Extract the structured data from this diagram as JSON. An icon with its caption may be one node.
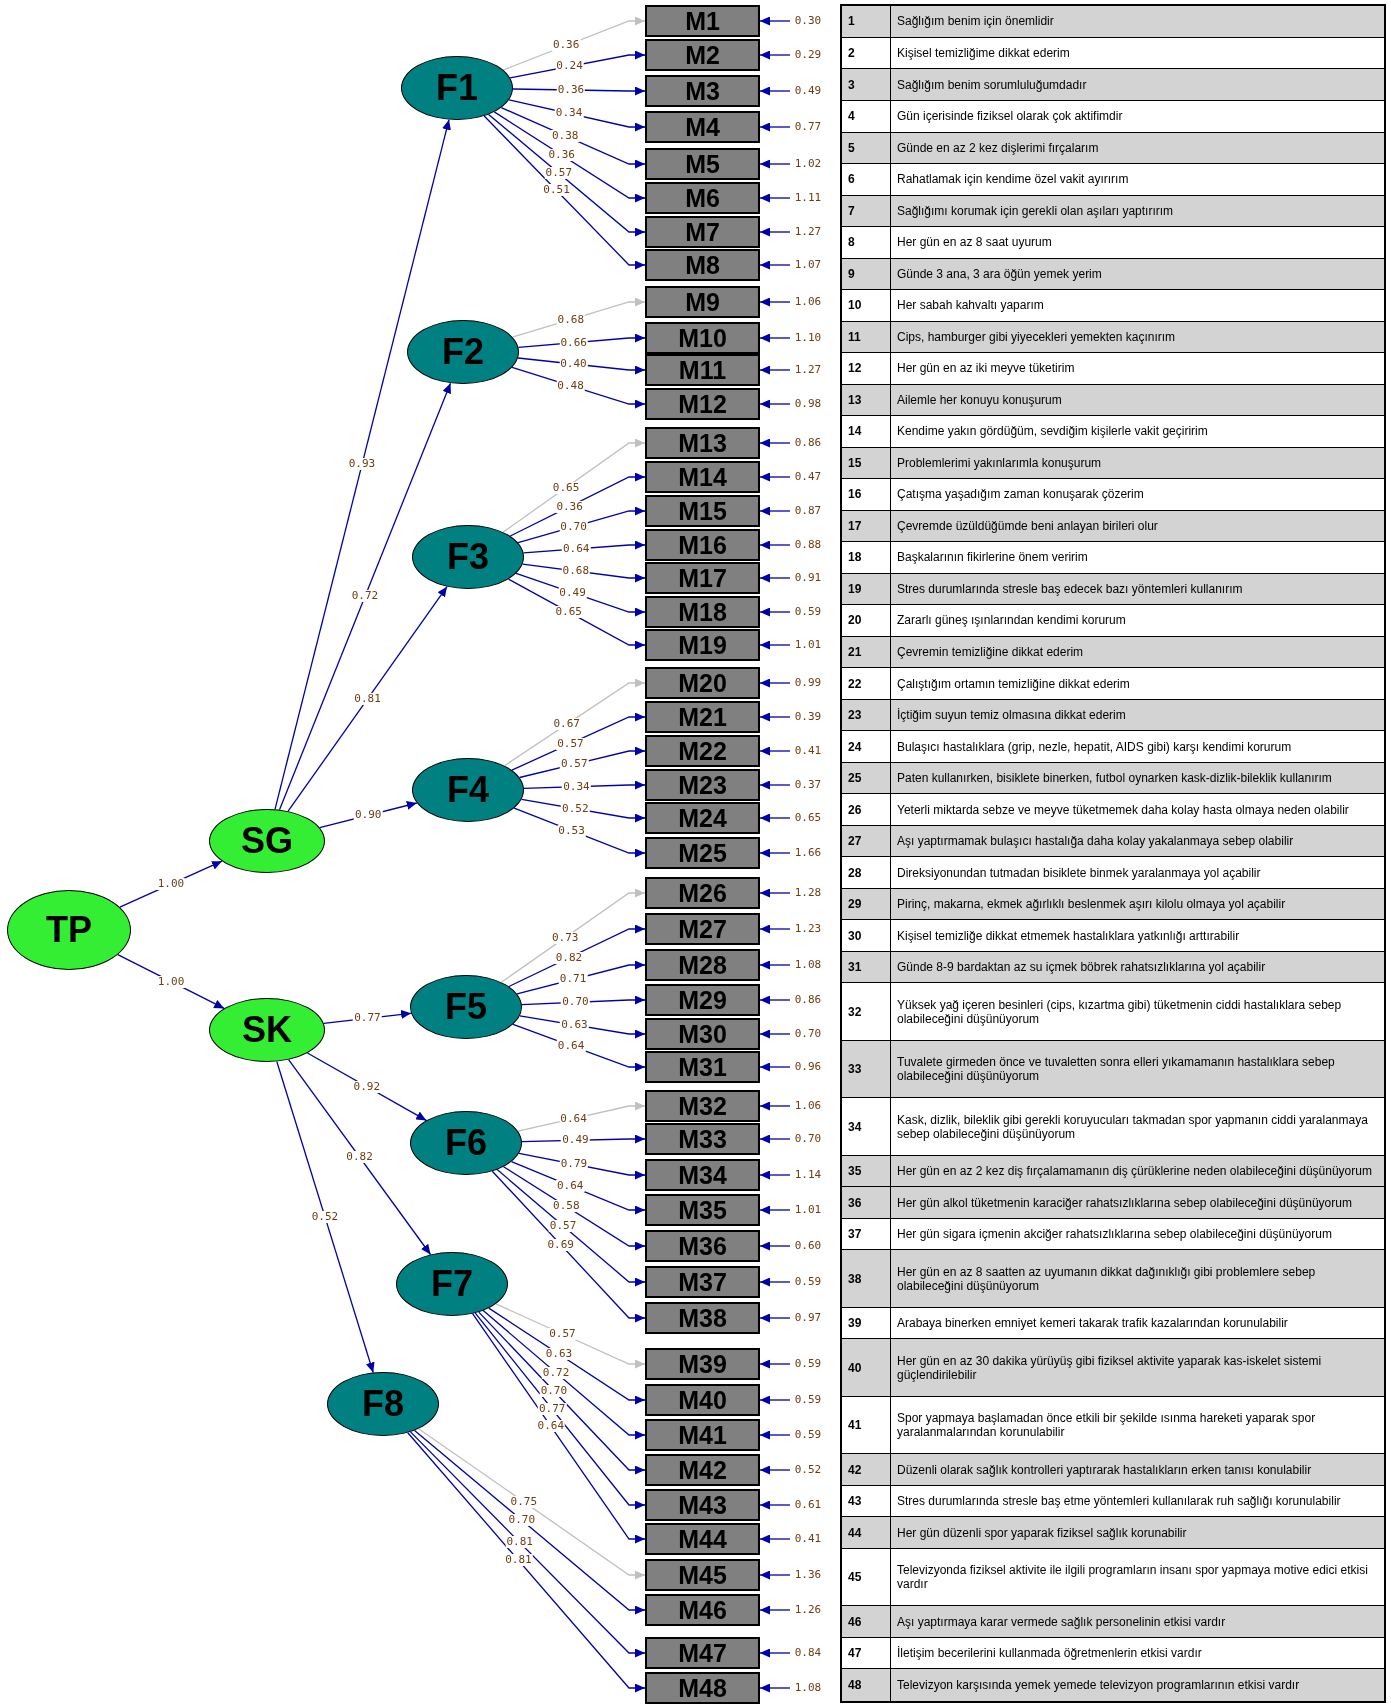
{
  "diagram": {
    "nodes": [
      {
        "text": [
          "TP"
        ]
      },
      {
        "text": [
          "SG"
        ]
      },
      {
        "text": [
          "SK"
        ]
      },
      {
        "text": [
          "F1"
        ]
      },
      {
        "text": [
          "F2"
        ]
      },
      {
        "text": [
          "F3"
        ]
      },
      {
        "text": [
          "F4"
        ]
      },
      {
        "text": [
          "F5"
        ]
      },
      {
        "text": [
          "F6"
        ]
      },
      {
        "text": [
          "F7"
        ]
      },
      {
        "text": [
          "F8"
        ]
      },
      {
        "text": [
          "M1"
        ]
      },
      {
        "text": [
          "M2"
        ]
      },
      {
        "text": [
          "M3"
        ]
      },
      {
        "text": [
          "M4"
        ]
      },
      {
        "text": [
          "M5"
        ]
      },
      {
        "text": [
          "M6"
        ]
      },
      {
        "text": [
          "M7"
        ]
      },
      {
        "text": [
          "M8"
        ]
      },
      {
        "text": [
          "M9"
        ]
      },
      {
        "text": [
          "M10"
        ]
      },
      {
        "text": [
          "M11"
        ]
      },
      {
        "text": [
          "M12"
        ]
      },
      {
        "text": [
          "M13"
        ]
      },
      {
        "text": [
          "M14"
        ]
      },
      {
        "text": [
          "M15"
        ]
      },
      {
        "text": [
          "M16"
        ]
      },
      {
        "text": [
          "M17"
        ]
      },
      {
        "text": [
          "M18"
        ]
      },
      {
        "text": [
          "M19"
        ]
      },
      {
        "text": [
          "M20"
        ]
      },
      {
        "text": [
          "M21"
        ]
      },
      {
        "text": [
          "M22"
        ]
      },
      {
        "text": [
          "M23"
        ]
      },
      {
        "text": [
          "M24"
        ]
      },
      {
        "text": [
          "M25"
        ]
      },
      {
        "text": [
          "M26"
        ]
      },
      {
        "text": [
          "M27"
        ]
      },
      {
        "text": [
          "M28"
        ]
      },
      {
        "text": [
          "M29"
        ]
      },
      {
        "text": [
          "M30"
        ]
      },
      {
        "text": [
          "M31"
        ]
      },
      {
        "text": [
          "M32"
        ]
      },
      {
        "text": [
          "M33"
        ]
      },
      {
        "text": [
          "M34"
        ]
      },
      {
        "text": [
          "M35"
        ]
      },
      {
        "text": [
          "M36"
        ]
      },
      {
        "text": [
          "M37"
        ]
      },
      {
        "text": [
          "M38"
        ]
      },
      {
        "text": [
          "M39"
        ]
      },
      {
        "text": [
          "M40"
        ]
      },
      {
        "text": [
          "M41"
        ]
      },
      {
        "text": [
          "M42"
        ]
      },
      {
        "text": [
          "M43"
        ]
      },
      {
        "text": [
          "M44"
        ]
      },
      {
        "text": [
          "M45"
        ]
      },
      {
        "text": [
          "M46"
        ]
      },
      {
        "text": [
          "M47"
        ]
      },
      {
        "text": [
          "M48"
        ]
      }
    ],
    "edges": [
      {
        "from": 0,
        "to": 1,
        "arrow": "to",
        "label": "1.00"
      },
      {
        "from": 0,
        "to": 2,
        "arrow": "to",
        "label": "1.00"
      },
      {
        "from": 1,
        "to": 3,
        "arrow": "to",
        "label": "0.93"
      },
      {
        "from": 1,
        "to": 4,
        "arrow": "to",
        "label": "0.72"
      },
      {
        "from": 1,
        "to": 5,
        "arrow": "to",
        "label": "0.81"
      },
      {
        "from": 1,
        "to": 6,
        "arrow": "to",
        "label": "0.90"
      },
      {
        "from": 2,
        "to": 7,
        "arrow": "to",
        "label": "0.77"
      },
      {
        "from": 2,
        "to": 8,
        "arrow": "to",
        "label": "0.92"
      },
      {
        "from": 2,
        "to": 9,
        "arrow": "to",
        "label": "0.82"
      },
      {
        "from": 2,
        "to": 10,
        "arrow": "to",
        "label": "0.52"
      },
      {
        "from": 3,
        "to": 11,
        "arrow": "to",
        "label": "0.36",
        "color": "#c0c0c0"
      },
      {
        "from": 3,
        "to": 12,
        "arrow": "to",
        "label": "0.24"
      },
      {
        "from": 3,
        "to": 13,
        "arrow": "to",
        "label": "0.36"
      },
      {
        "from": 3,
        "to": 14,
        "arrow": "to",
        "label": "0.34"
      },
      {
        "from": 3,
        "to": 15,
        "arrow": "to",
        "label": "0.38"
      },
      {
        "from": 3,
        "to": 16,
        "arrow": "to",
        "label": "0.36"
      },
      {
        "from": 3,
        "to": 17,
        "arrow": "to",
        "label": "0.57"
      },
      {
        "from": 3,
        "to": 18,
        "arrow": "to",
        "label": "0.51"
      },
      {
        "from": 4,
        "to": 19,
        "arrow": "to",
        "label": "0.68",
        "color": "#c0c0c0"
      },
      {
        "from": 4,
        "to": 20,
        "arrow": "to",
        "label": "0.66"
      },
      {
        "from": 4,
        "to": 21,
        "arrow": "to",
        "label": "0.40"
      },
      {
        "from": 4,
        "to": 22,
        "arrow": "to",
        "label": "0.48"
      },
      {
        "from": 5,
        "to": 23,
        "arrow": "to",
        "label": "0.65",
        "color": "#c0c0c0"
      },
      {
        "from": 5,
        "to": 24,
        "arrow": "to",
        "label": "0.36"
      },
      {
        "from": 5,
        "to": 25,
        "arrow": "to",
        "label": "0.70"
      },
      {
        "from": 5,
        "to": 26,
        "arrow": "to",
        "label": "0.64"
      },
      {
        "from": 5,
        "to": 27,
        "arrow": "to",
        "label": "0.68"
      },
      {
        "from": 5,
        "to": 28,
        "arrow": "to",
        "label": "0.49"
      },
      {
        "from": 5,
        "to": 29,
        "arrow": "to",
        "label": "0.65"
      },
      {
        "from": 6,
        "to": 30,
        "arrow": "to",
        "label": "0.67",
        "color": "#c0c0c0"
      },
      {
        "from": 6,
        "to": 31,
        "arrow": "to",
        "label": "0.57"
      },
      {
        "from": 6,
        "to": 32,
        "arrow": "to",
        "label": "0.57"
      },
      {
        "from": 6,
        "to": 33,
        "arrow": "to",
        "label": "0.34"
      },
      {
        "from": 6,
        "to": 34,
        "arrow": "to",
        "label": "0.52"
      },
      {
        "from": 6,
        "to": 35,
        "arrow": "to",
        "label": "0.53"
      },
      {
        "from": 7,
        "to": 36,
        "arrow": "to",
        "label": "0.73",
        "color": "#c0c0c0"
      },
      {
        "from": 7,
        "to": 37,
        "arrow": "to",
        "label": "0.82"
      },
      {
        "from": 7,
        "to": 38,
        "arrow": "to",
        "label": "0.71"
      },
      {
        "from": 7,
        "to": 39,
        "arrow": "to",
        "label": "0.70"
      },
      {
        "from": 7,
        "to": 40,
        "arrow": "to",
        "label": "0.63"
      },
      {
        "from": 7,
        "to": 41,
        "arrow": "to",
        "label": "0.64"
      },
      {
        "from": 8,
        "to": 42,
        "arrow": "to",
        "label": "0.64",
        "color": "#c0c0c0"
      },
      {
        "from": 8,
        "to": 43,
        "arrow": "to",
        "label": "0.49"
      },
      {
        "from": 8,
        "to": 44,
        "arrow": "to",
        "label": "0.79"
      },
      {
        "from": 8,
        "to": 45,
        "arrow": "to",
        "label": "0.64"
      },
      {
        "from": 8,
        "to": 46,
        "arrow": "to",
        "label": "0.58"
      },
      {
        "from": 8,
        "to": 47,
        "arrow": "to",
        "label": "0.57"
      },
      {
        "from": 8,
        "to": 48,
        "arrow": "to",
        "label": "0.69"
      },
      {
        "from": 9,
        "to": 49,
        "arrow": "to",
        "label": "0.57",
        "color": "#c0c0c0"
      },
      {
        "from": 9,
        "to": 50,
        "arrow": "to",
        "label": "0.63"
      },
      {
        "from": 9,
        "to": 51,
        "arrow": "to",
        "label": "0.72"
      },
      {
        "from": 9,
        "to": 52,
        "arrow": "to",
        "label": "0.70"
      },
      {
        "from": 9,
        "to": 53,
        "arrow": "to",
        "label": "0.77"
      },
      {
        "from": 9,
        "to": 54,
        "arrow": "to",
        "label": "0.64"
      },
      {
        "from": 10,
        "to": 55,
        "arrow": "to",
        "label": "0.75",
        "color": "#c0c0c0"
      },
      {
        "from": 10,
        "to": 56,
        "arrow": "to",
        "label": "0.70"
      },
      {
        "from": 10,
        "to": 57,
        "arrow": "to",
        "label": "0.81"
      },
      {
        "from": 10,
        "to": 58,
        "arrow": "to",
        "label": "0.81"
      },
      {
        "from": null,
        "to": 11,
        "arrow": "to",
        "label": "0.30"
      },
      {
        "from": null,
        "to": 12,
        "arrow": "to",
        "label": "0.29"
      },
      {
        "from": null,
        "to": 13,
        "arrow": "to",
        "label": "0.49"
      },
      {
        "from": null,
        "to": 14,
        "arrow": "to",
        "label": "0.77"
      },
      {
        "from": null,
        "to": 15,
        "arrow": "to",
        "label": "1.02"
      },
      {
        "from": null,
        "to": 16,
        "arrow": "to",
        "label": "1.11"
      },
      {
        "from": null,
        "to": 17,
        "arrow": "to",
        "label": "1.27"
      },
      {
        "from": null,
        "to": 18,
        "arrow": "to",
        "label": "1.07"
      },
      {
        "from": null,
        "to": 19,
        "arrow": "to",
        "label": "1.06"
      },
      {
        "from": null,
        "to": 20,
        "arrow": "to",
        "label": "1.10"
      },
      {
        "from": null,
        "to": 21,
        "arrow": "to",
        "label": "1.27"
      },
      {
        "from": null,
        "to": 22,
        "arrow": "to",
        "label": "0.98"
      },
      {
        "from": null,
        "to": 23,
        "arrow": "to",
        "label": "0.86"
      },
      {
        "from": null,
        "to": 24,
        "arrow": "to",
        "label": "0.47"
      },
      {
        "from": null,
        "to": 25,
        "arrow": "to",
        "label": "0.87"
      },
      {
        "from": null,
        "to": 26,
        "arrow": "to",
        "label": "0.88"
      },
      {
        "from": null,
        "to": 27,
        "arrow": "to",
        "label": "0.91"
      },
      {
        "from": null,
        "to": 28,
        "arrow": "to",
        "label": "0.59"
      },
      {
        "from": null,
        "to": 29,
        "arrow": "to",
        "label": "1.01"
      },
      {
        "from": null,
        "to": 30,
        "arrow": "to",
        "label": "0.99"
      },
      {
        "from": null,
        "to": 31,
        "arrow": "to",
        "label": "0.39"
      },
      {
        "from": null,
        "to": 32,
        "arrow": "to",
        "label": "0.41"
      },
      {
        "from": null,
        "to": 33,
        "arrow": "to",
        "label": "0.37"
      },
      {
        "from": null,
        "to": 34,
        "arrow": "to",
        "label": "0.65"
      },
      {
        "from": null,
        "to": 35,
        "arrow": "to",
        "label": "1.66"
      },
      {
        "from": null,
        "to": 36,
        "arrow": "to",
        "label": "1.28"
      },
      {
        "from": null,
        "to": 37,
        "arrow": "to",
        "label": "1.23"
      },
      {
        "from": null,
        "to": 38,
        "arrow": "to",
        "label": "1.08"
      },
      {
        "from": null,
        "to": 39,
        "arrow": "to",
        "label": "0.86"
      },
      {
        "from": null,
        "to": 40,
        "arrow": "to",
        "label": "0.70"
      },
      {
        "from": null,
        "to": 41,
        "arrow": "to",
        "label": "0.96"
      },
      {
        "from": null,
        "to": 42,
        "arrow": "to",
        "label": "1.06"
      },
      {
        "from": null,
        "to": 43,
        "arrow": "to",
        "label": "0.70"
      },
      {
        "from": null,
        "to": 44,
        "arrow": "to",
        "label": "1.14"
      },
      {
        "from": null,
        "to": 45,
        "arrow": "to",
        "label": "1.01"
      },
      {
        "from": null,
        "to": 46,
        "arrow": "to",
        "label": "0.60"
      },
      {
        "from": null,
        "to": 47,
        "arrow": "to",
        "label": "0.59"
      },
      {
        "from": null,
        "to": 48,
        "arrow": "to",
        "label": "0.97"
      },
      {
        "from": null,
        "to": 49,
        "arrow": "to",
        "label": "0.59"
      },
      {
        "from": null,
        "to": 50,
        "arrow": "to",
        "label": "0.59"
      },
      {
        "from": null,
        "to": 51,
        "arrow": "to",
        "label": "0.59"
      },
      {
        "from": null,
        "to": 52,
        "arrow": "to",
        "label": "0.52"
      },
      {
        "from": null,
        "to": 53,
        "arrow": "to",
        "label": "0.61"
      },
      {
        "from": null,
        "to": 54,
        "arrow": "to",
        "label": "0.41"
      },
      {
        "from": null,
        "to": 55,
        "arrow": "to",
        "label": "1.36"
      },
      {
        "from": null,
        "to": 56,
        "arrow": "to",
        "label": "1.26"
      },
      {
        "from": null,
        "to": 57,
        "arrow": "to",
        "label": "0.84"
      },
      {
        "from": null,
        "to": 58,
        "arrow": "to",
        "label": "1.08"
      }
    ],
    "labels": [
      "1",
      "Sağlığım benim için önemlidir",
      "2",
      "Kişisel temizliğime dikkat ederim",
      "3",
      "Sağlığım benim sorumluluğumdadır",
      "4",
      "Gün içerisinde fiziksel olarak çok aktifimdir",
      "5",
      "Günde en az 2 kez dişlerimi fırçalarım",
      "6",
      "Rahatlamak için kendime özel vakit ayırırım",
      "7",
      "Sağlığımı korumak için gerekli olan aşıları yaptırırım",
      "8",
      "Her gün en az 8 saat uyurum",
      "9",
      "Günde 3 ana, 3 ara öğün yemek yerim",
      "10",
      "Her sabah kahvaltı yaparım",
      "11",
      "Cips, hamburger gibi yiyecekleri yemekten kaçınırım",
      "12",
      "Her gün en az iki meyve tüketirim",
      "13",
      "Ailemle her konuyu konuşurum",
      "14",
      "Kendime yakın gördüğüm, sevdiğim kişilerle vakit geçiririm",
      "15",
      "Problemlerimi yakınlarımla konuşurum",
      "16",
      "Çatışma yaşadığım zaman konuşarak çözerim",
      "17",
      "Çevremde üzüldüğümde beni anlayan birileri olur",
      "18",
      "Başkalarının fikirlerine önem veririm",
      "19",
      "Stres durumlarında stresle baş edecek bazı yöntemleri kullanırım",
      "20",
      "Zararlı güneş ışınlarından kendimi korurum",
      "21",
      "Çevremin temizliğine dikkat ederim",
      "22",
      "Çalıştığım ortamın temizliğine dikkat ederim",
      "23",
      "İçtiğim suyun temiz olmasına dikkat ederim",
      "24",
      "Bulaşıcı hastalıklara (grip, nezle, hepatit, AIDS gibi) karşı kendimi korurum",
      "25",
      "Paten kullanırken, bisiklete binerken, futbol oynarken kask-dizlik-bileklik kullanırım",
      "26",
      "Yeterli miktarda sebze ve meyve tüketmemek daha kolay hasta olmaya neden olabilir",
      "27",
      "Aşı yaptırmamak bulaşıcı hastalığa daha kolay yakalanmaya sebep olabilir",
      "28",
      "Direksiyonundan tutmadan bisiklete binmek yaralanmaya yol açabilir",
      "29",
      "Pirinç, makarna, ekmek ağırlıklı beslenmek aşırı kilolu olmaya yol açabilir",
      "30",
      "Kişisel temizliğe dikkat etmemek hastalıklara yatkınlığı arttırabilir",
      "31",
      "Günde 8-9 bardaktan az su içmek böbrek rahatsızlıklarına yol açabilir",
      "32",
      "Yüksek yağ içeren besinleri (cips, kızartma gibi) tüketmenin ciddi hastalıklara sebep olabileceğini düşünüyorum",
      "33",
      "Tuvalete girmeden önce ve tuvaletten sonra elleri yıkamamanın hastalıklara sebep olabileceğini düşünüyorum",
      "34",
      "Kask, dizlik, bileklik gibi gerekli koruyucuları takmadan spor yapmanın ciddi yaralanmaya sebep olabileceğini düşünüyorum",
      "35",
      "Her gün en az 2 kez diş fırçalamamanın diş çürüklerine neden olabileceğini düşünüyorum",
      "36",
      "Her gün alkol tüketmenin karaciğer rahatsızlıklarına sebep olabileceğini düşünüyorum",
      "37",
      "Her gün sigara içmenin akciğer rahatsızlıklarına sebep olabileceğini düşünüyorum",
      "38",
      "Her gün en az 8 saatten az uyumanın dikkat dağınıklığı gibi problemlere sebep olabileceğini düşünüyorum",
      "39",
      "Arabaya binerken emniyet kemeri takarak trafik kazalarından korunulabilir",
      "40",
      "Her gün en az 30 dakika yürüyüş gibi fiziksel aktivite yaparak kas-iskelet sistemi güçlendirilebilir",
      "41",
      "Spor yapmaya başlamadan önce etkili bir şekilde ısınma hareketi yaparak spor yaralanmalarından korunulabilir",
      "42",
      "Düzenli olarak sağlık kontrolleri yaptırarak hastalıkların erken tanısı konulabilir",
      "43",
      "Stres durumlarında stresle baş etme yöntemleri kullanılarak ruh sağlığı korunulabilir",
      "44",
      "Her gün düzenli spor yaparak fiziksel sağlık korunabilir",
      "45",
      "Televizyonda fiziksel aktivite ile ilgili programların insanı spor yapmaya motive edici etkisi vardır",
      "46",
      "Aşı yaptırmaya karar vermede sağlık personelinin etkisi vardır",
      "47",
      "İletişim becerilerini kullanmada öğretmenlerin etkisi vardır",
      "48",
      "Televizyon karşısında yemek yemede televizyon programlarının etkisi vardır"
    ]
  }
}
